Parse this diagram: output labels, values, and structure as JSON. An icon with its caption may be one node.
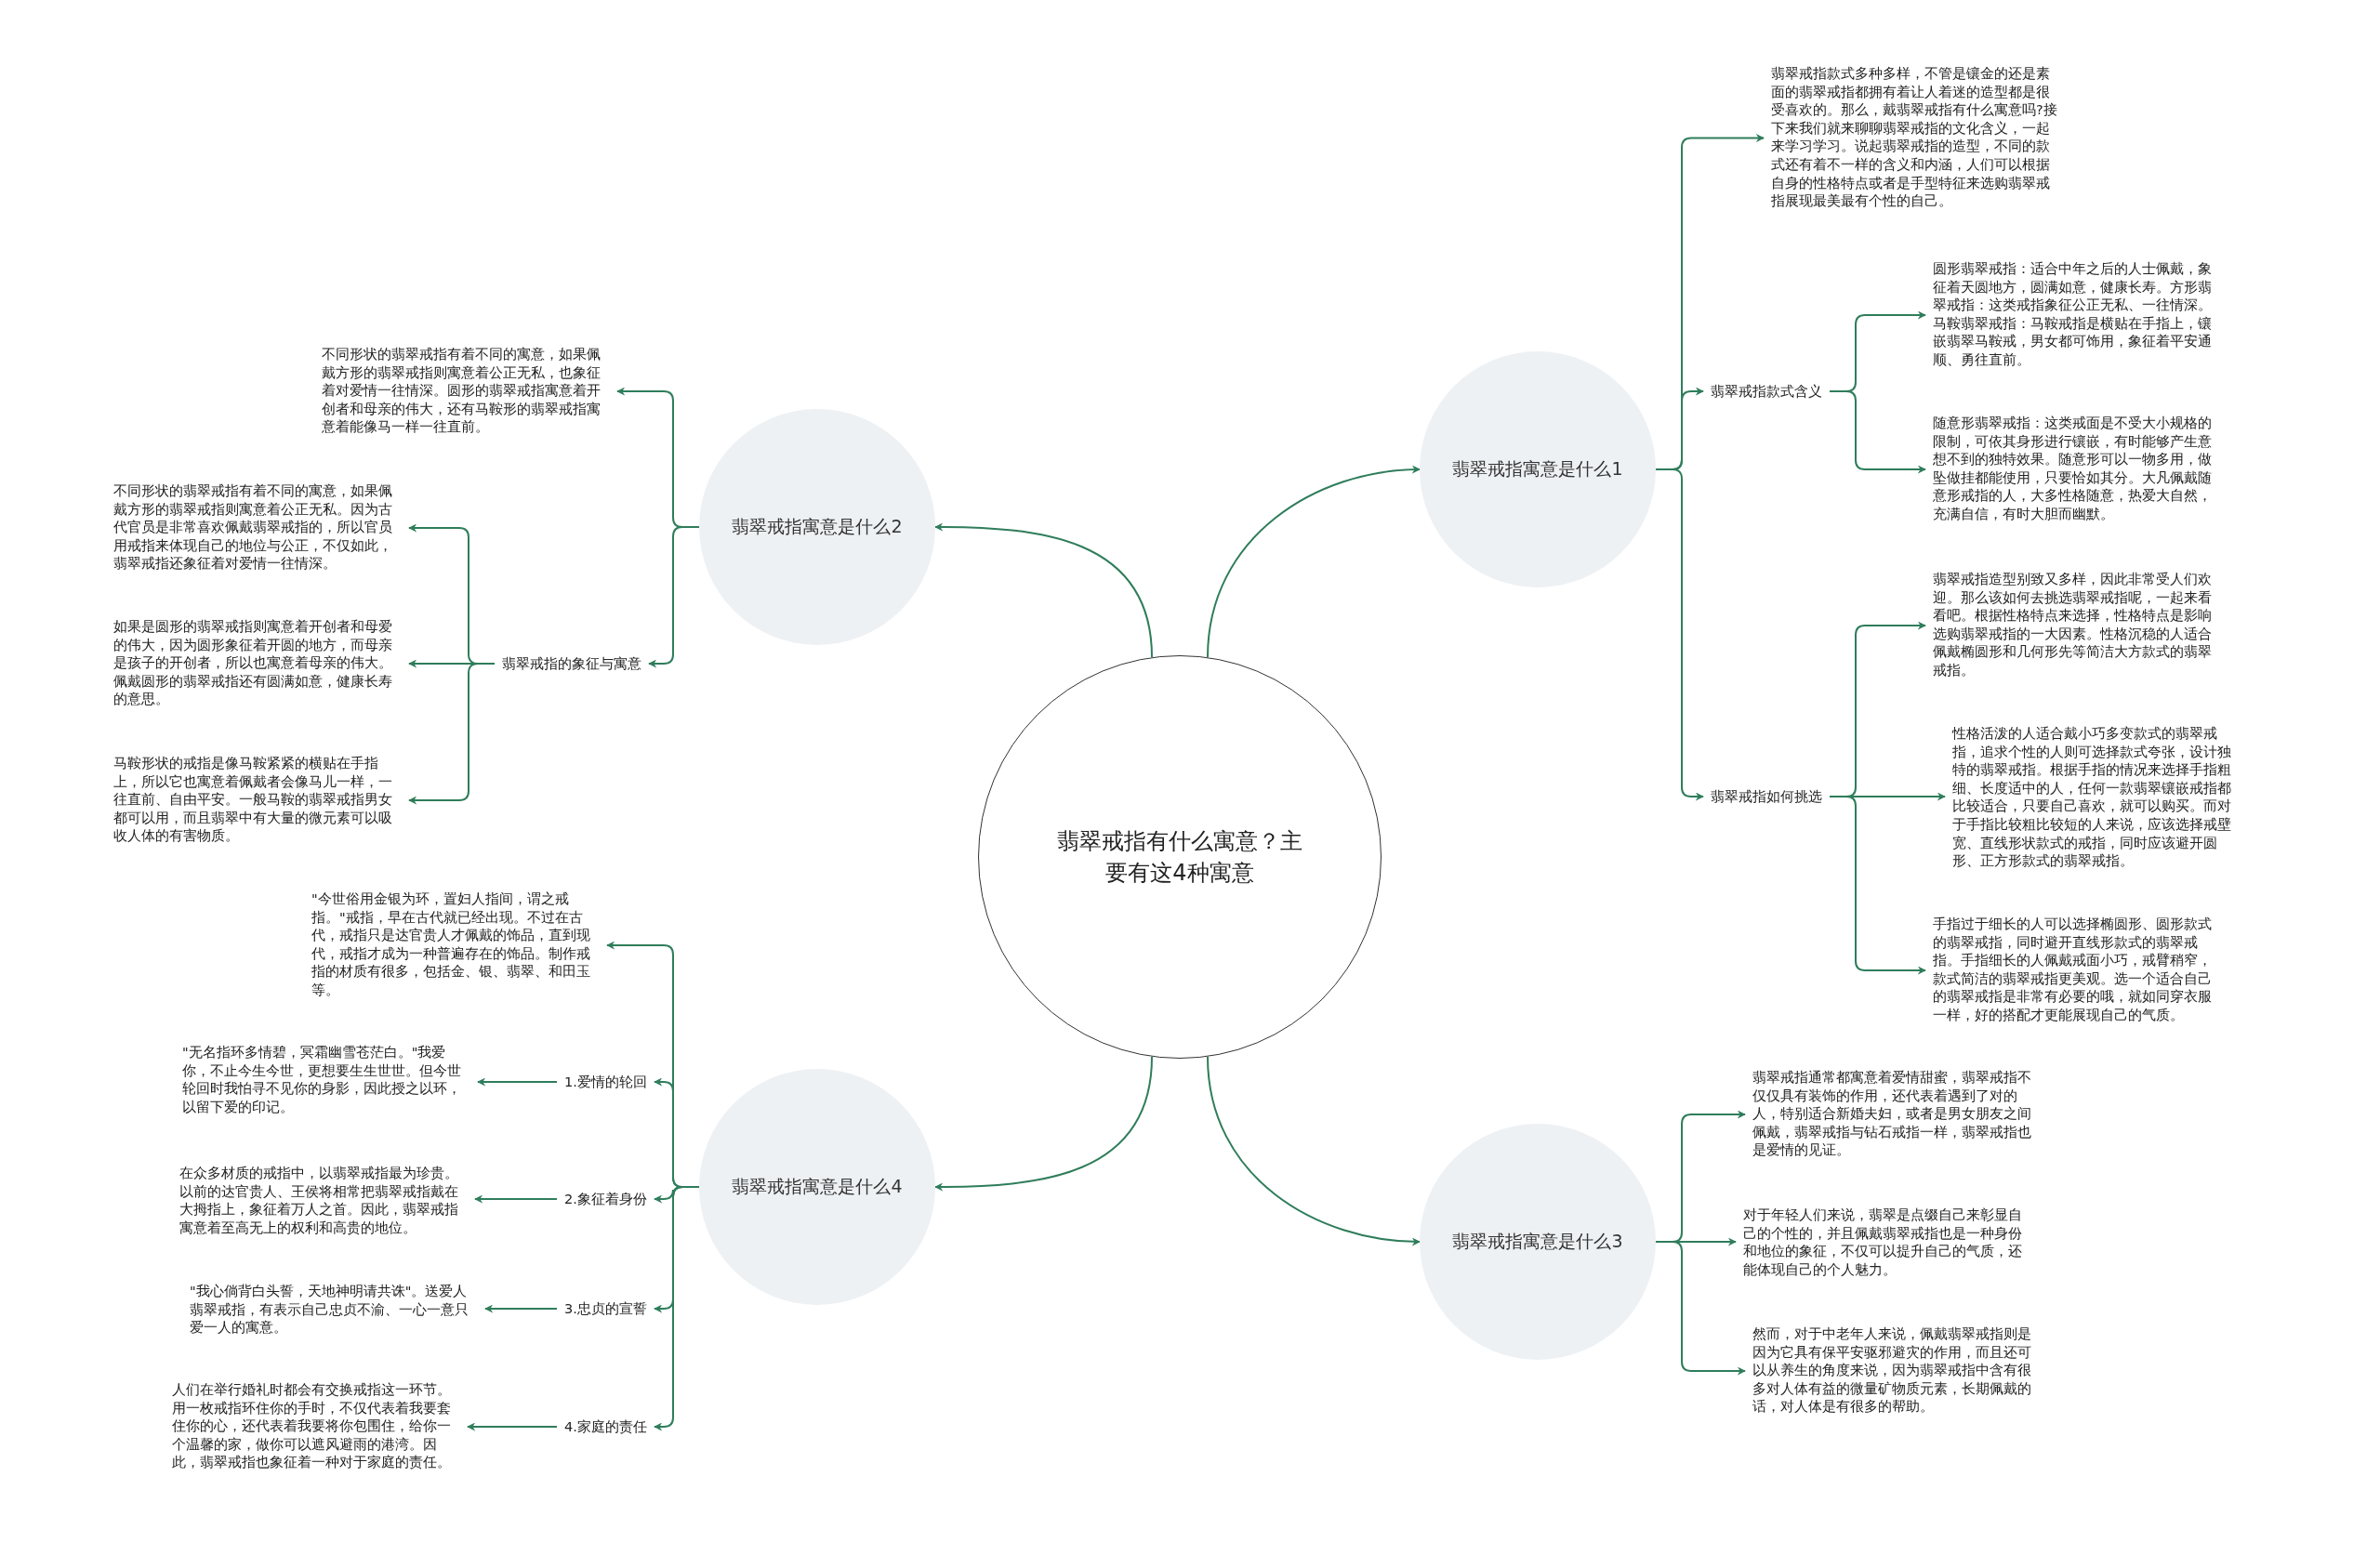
{
  "diagram": {
    "nodes": [
      {
        "text": [
          "翡翠戒指有什么寓意？主要有这4种寓意"
        ]
      },
      {
        "text": [
          "翡翠戒指寓意是什么1"
        ]
      },
      {
        "text": [
          "翡翠戒指款式多种多样，不管是镶金的还是素面的翡翠戒指都拥有着让人着迷的造型都是很受喜欢的。那么，戴翡翠戒指有什么寓意吗?接下来我们就来聊聊翡翠戒指的文化含义，一起来学习学习。说起翡翠戒指的造型，不同的款式还有着不一样的含义和内涵，人们可以根据自身的性格特点或者是手型特征来选购翡翠戒指展现最美最有个性的自己。"
        ]
      },
      {
        "text": [
          "翡翠戒指款式含义"
        ]
      },
      {
        "text": [
          "圆形翡翠戒指：适合中年之后的人士佩戴，象征着天圆地方，圆满如意，健康长寿。方形翡翠戒指：这类戒指象征公正无私、一往情深。马鞍翡翠戒指：马鞍戒指是横贴在手指上，镶嵌翡翠马鞍戒，男女都可饰用，象征着平安通顺、勇往直前。"
        ]
      },
      {
        "text": [
          "随意形翡翠戒指：这类戒面是不受大小规格的限制，可依其身形进行镶嵌，有时能够产生意想不到的独特效果。随意形可以一物多用，做坠做挂都能使用，只要恰如其分。大凡佩戴随意形戒指的人，大多性格随意，热爱大自然，充满自信，有时大胆而幽默。"
        ]
      },
      {
        "text": [
          "翡翠戒指如何挑选"
        ]
      },
      {
        "text": [
          "翡翠戒指造型别致又多样，因此非常受人们欢迎。那么该如何去挑选翡翠戒指呢，一起来看看吧。根据性格特点来选择，性格特点是影响选购翡翠戒指的一大因素。性格沉稳的人适合佩戴椭圆形和几何形先等简洁大方款式的翡翠戒指。"
        ]
      },
      {
        "text": [
          "性格活泼的人适合戴小巧多变款式的翡翠戒指，追求个性的人则可选择款式夸张，设计独特的翡翠戒指。根据手指的情况来选择手指粗细、长度适中的人，任何一款翡翠镶嵌戒指都比较适合，只要自己喜欢，就可以购买。而对于手指比较粗比较短的人来说，应该选择戒壁宽、直线形状款式的戒指，同时应该避开圆形、正方形款式的翡翠戒指。"
        ]
      },
      {
        "text": [
          "手指过于细长的人可以选择椭圆形、圆形款式的翡翠戒指，同时避开直线形款式的翡翠戒指。手指细长的人佩戴戒面小巧，戒臂稍窄，款式简洁的翡翠戒指更美观。选一个适合自己的翡翠戒指是非常有必要的哦，就如同穿衣服一样，好的搭配才更能展现自己的气质。"
        ]
      },
      {
        "text": [
          "翡翠戒指寓意是什么3"
        ]
      },
      {
        "text": [
          "翡翠戒指通常都寓意着爱情甜蜜，翡翠戒指不仅仅具有装饰的作用，还代表着遇到了对的人，特别适合新婚夫妇，或者是男女朋友之间佩戴，翡翠戒指与钻石戒指一样，翡翠戒指也是爱情的见证。"
        ]
      },
      {
        "text": [
          "对于年轻人们来说，翡翠是点缀自己来彰显自己的个性的，并且佩戴翡翠戒指也是一种身份和地位的象征，不仅可以提升自己的气质，还能体现自己的个人魅力。"
        ]
      },
      {
        "text": [
          "然而，对于中老年人来说，佩戴翡翠戒指则是因为它具有保平安驱邪避灾的作用，而且还可以从养生的角度来说，因为翡翠戒指中含有很多对人体有益的微量矿物质元素，长期佩戴的话，对人体是有很多的帮助。"
        ]
      },
      {
        "text": [
          "翡翠戒指寓意是什么2"
        ]
      },
      {
        "text": [
          "不同形状的翡翠戒指有着不同的寓意，如果佩戴方形的翡翠戒指则寓意着公正无私，也象征着对爱情一往情深。圆形的翡翠戒指寓意着开创者和母亲的伟大，还有马鞍形的翡翠戒指寓意着能像马一样一往直前。"
        ]
      },
      {
        "text": [
          "翡翠戒指的象征与寓意"
        ]
      },
      {
        "text": [
          "不同形状的翡翠戒指有着不同的寓意，如果佩戴方形的翡翠戒指则寓意着公正无私。因为古代官员是非常喜欢佩戴翡翠戒指的，所以官员用戒指来体现自己的地位与公正，不仅如此，翡翠戒指还象征着对爱情一往情深。"
        ]
      },
      {
        "text": [
          "如果是圆形的翡翠戒指则寓意着开创者和母爱的伟大，因为圆形象征着开圆的地方，而母亲是孩子的开创者，所以也寓意着母亲的伟大。佩戴圆形的翡翠戒指还有圆满如意，健康长寿的意思。"
        ]
      },
      {
        "text": [
          "马鞍形状的戒指是像马鞍紧紧的横贴在手指上，所以它也寓意着佩戴者会像马儿一样，一往直前、自由平安。一般马鞍的翡翠戒指男女都可以用，而且翡翠中有大量的微元素可以吸收人体的有害物质。"
        ]
      },
      {
        "text": [
          "翡翠戒指寓意是什么4"
        ]
      },
      {
        "text": [
          "\"今世俗用金银为环，置妇人指间，谓之戒指。\"戒指，早在古代就已经出现。不过在古代，戒指只是达官贵人才佩戴的饰品，直到现代，戒指才成为一种普遍存在的饰品。制作戒指的材质有很多，包括金、银、翡翠、和田玉等。"
        ]
      },
      {
        "text": [
          "1.爱情的轮回"
        ]
      },
      {
        "text": [
          "\"无名指环多情碧，冥霜幽雪苍茫白。\"我爱你，不止今生今世，更想要生生世世。但今世轮回时我怕寻不见你的身影，因此授之以环，以留下爱的印记。"
        ]
      },
      {
        "text": [
          "2.象征着身份"
        ]
      },
      {
        "text": [
          "在众多材质的戒指中，以翡翠戒指最为珍贵。以前的达官贵人、王侯将相常把翡翠戒指戴在大拇指上，象征着万人之首。因此，翡翠戒指寓意着至高无上的权利和高贵的地位。"
        ]
      },
      {
        "text": [
          "3.忠贞的宣誓"
        ]
      },
      {
        "text": [
          "\"我心倘背白头誓，天地神明请共诛\"。送爱人翡翠戒指，有表示自己忠贞不渝、一心一意只爱一人的寓意。"
        ]
      },
      {
        "text": [
          "4.家庭的责任"
        ]
      },
      {
        "text": [
          "人们在举行婚礼时都会有交换戒指这一环节。用一枚戒指环住你的手时，不仅代表着我要套住你的心，还代表着我要将你包围住，给你一个温馨的家，做你可以遮风避雨的港湾。因此，翡翠戒指也象征着一种对于家庭的责任。"
        ]
      }
    ],
    "edges": [
      {
        "from": 0,
        "to": 1,
        "arrow": "to"
      },
      {
        "from": 1,
        "to": 2,
        "arrow": "to"
      },
      {
        "from": 1,
        "to": 3,
        "arrow": "to"
      },
      {
        "from": 1,
        "to": 6,
        "arrow": "to"
      },
      {
        "from": 3,
        "to": 4,
        "arrow": "to"
      },
      {
        "from": 3,
        "to": 5,
        "arrow": "to"
      },
      {
        "from": 6,
        "to": 7,
        "arrow": "to"
      },
      {
        "from": 6,
        "to": 8,
        "arrow": "to"
      },
      {
        "from": 6,
        "to": 9,
        "arrow": "to"
      },
      {
        "from": 0,
        "to": 10,
        "arrow": "to"
      },
      {
        "from": 10,
        "to": 11,
        "arrow": "to"
      },
      {
        "from": 10,
        "to": 12,
        "arrow": "to"
      },
      {
        "from": 10,
        "to": 13,
        "arrow": "to"
      },
      {
        "from": 0,
        "to": 14,
        "arrow": "to"
      },
      {
        "from": 14,
        "to": 15,
        "arrow": "to"
      },
      {
        "from": 14,
        "to": 16,
        "arrow": "to"
      },
      {
        "from": 16,
        "to": 17,
        "arrow": "to"
      },
      {
        "from": 16,
        "to": 18,
        "arrow": "to"
      },
      {
        "from": 16,
        "to": 19,
        "arrow": "to"
      },
      {
        "from": 0,
        "to": 20,
        "arrow": "to"
      },
      {
        "from": 20,
        "to": 21,
        "arrow": "to"
      },
      {
        "from": 20,
        "to": 22,
        "arrow": "to"
      },
      {
        "from": 20,
        "to": 24,
        "arrow": "to"
      },
      {
        "from": 20,
        "to": 26,
        "arrow": "to"
      },
      {
        "from": 20,
        "to": 28,
        "arrow": "to"
      },
      {
        "from": 22,
        "to": 23,
        "arrow": "to"
      },
      {
        "from": 24,
        "to": 25,
        "arrow": "to"
      },
      {
        "from": 26,
        "to": 27,
        "arrow": "to"
      },
      {
        "from": 28,
        "to": 29,
        "arrow": "to"
      }
    ]
  }
}
